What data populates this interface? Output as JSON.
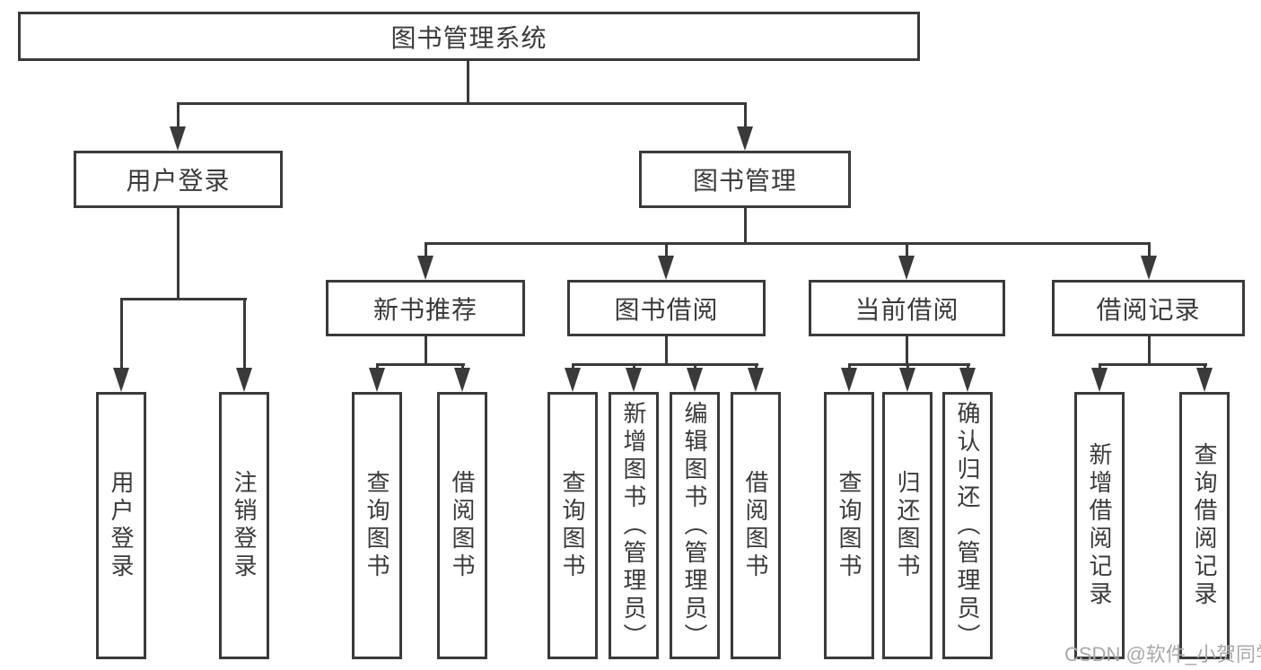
{
  "diagram": {
    "title": "图书管理系统",
    "level1": [
      {
        "label": "用户登录",
        "children": [
          "用户登录",
          "注销登录"
        ]
      },
      {
        "label": "图书管理",
        "children": [
          {
            "label": "新书推荐",
            "children": [
              "查询图书",
              "借阅图书"
            ]
          },
          {
            "label": "图书借阅",
            "children": [
              "查询图书",
              "新增图书（管理员）",
              "编辑图书（管理员）",
              "借阅图书"
            ]
          },
          {
            "label": "当前借阅",
            "children": [
              "查询图书",
              "归还图书",
              "确认归还（管理员）"
            ]
          },
          {
            "label": "借阅记录",
            "children": [
              "新增借阅记录",
              "查询借阅记录"
            ]
          }
        ]
      }
    ]
  },
  "watermark": {
    "text": "CSDN @软件_小贺同学"
  },
  "colors": {
    "line": "#3a3a3a",
    "box_background": "#ffffff",
    "page_background": "#ffffff",
    "watermark": "#a9a9a9"
  }
}
